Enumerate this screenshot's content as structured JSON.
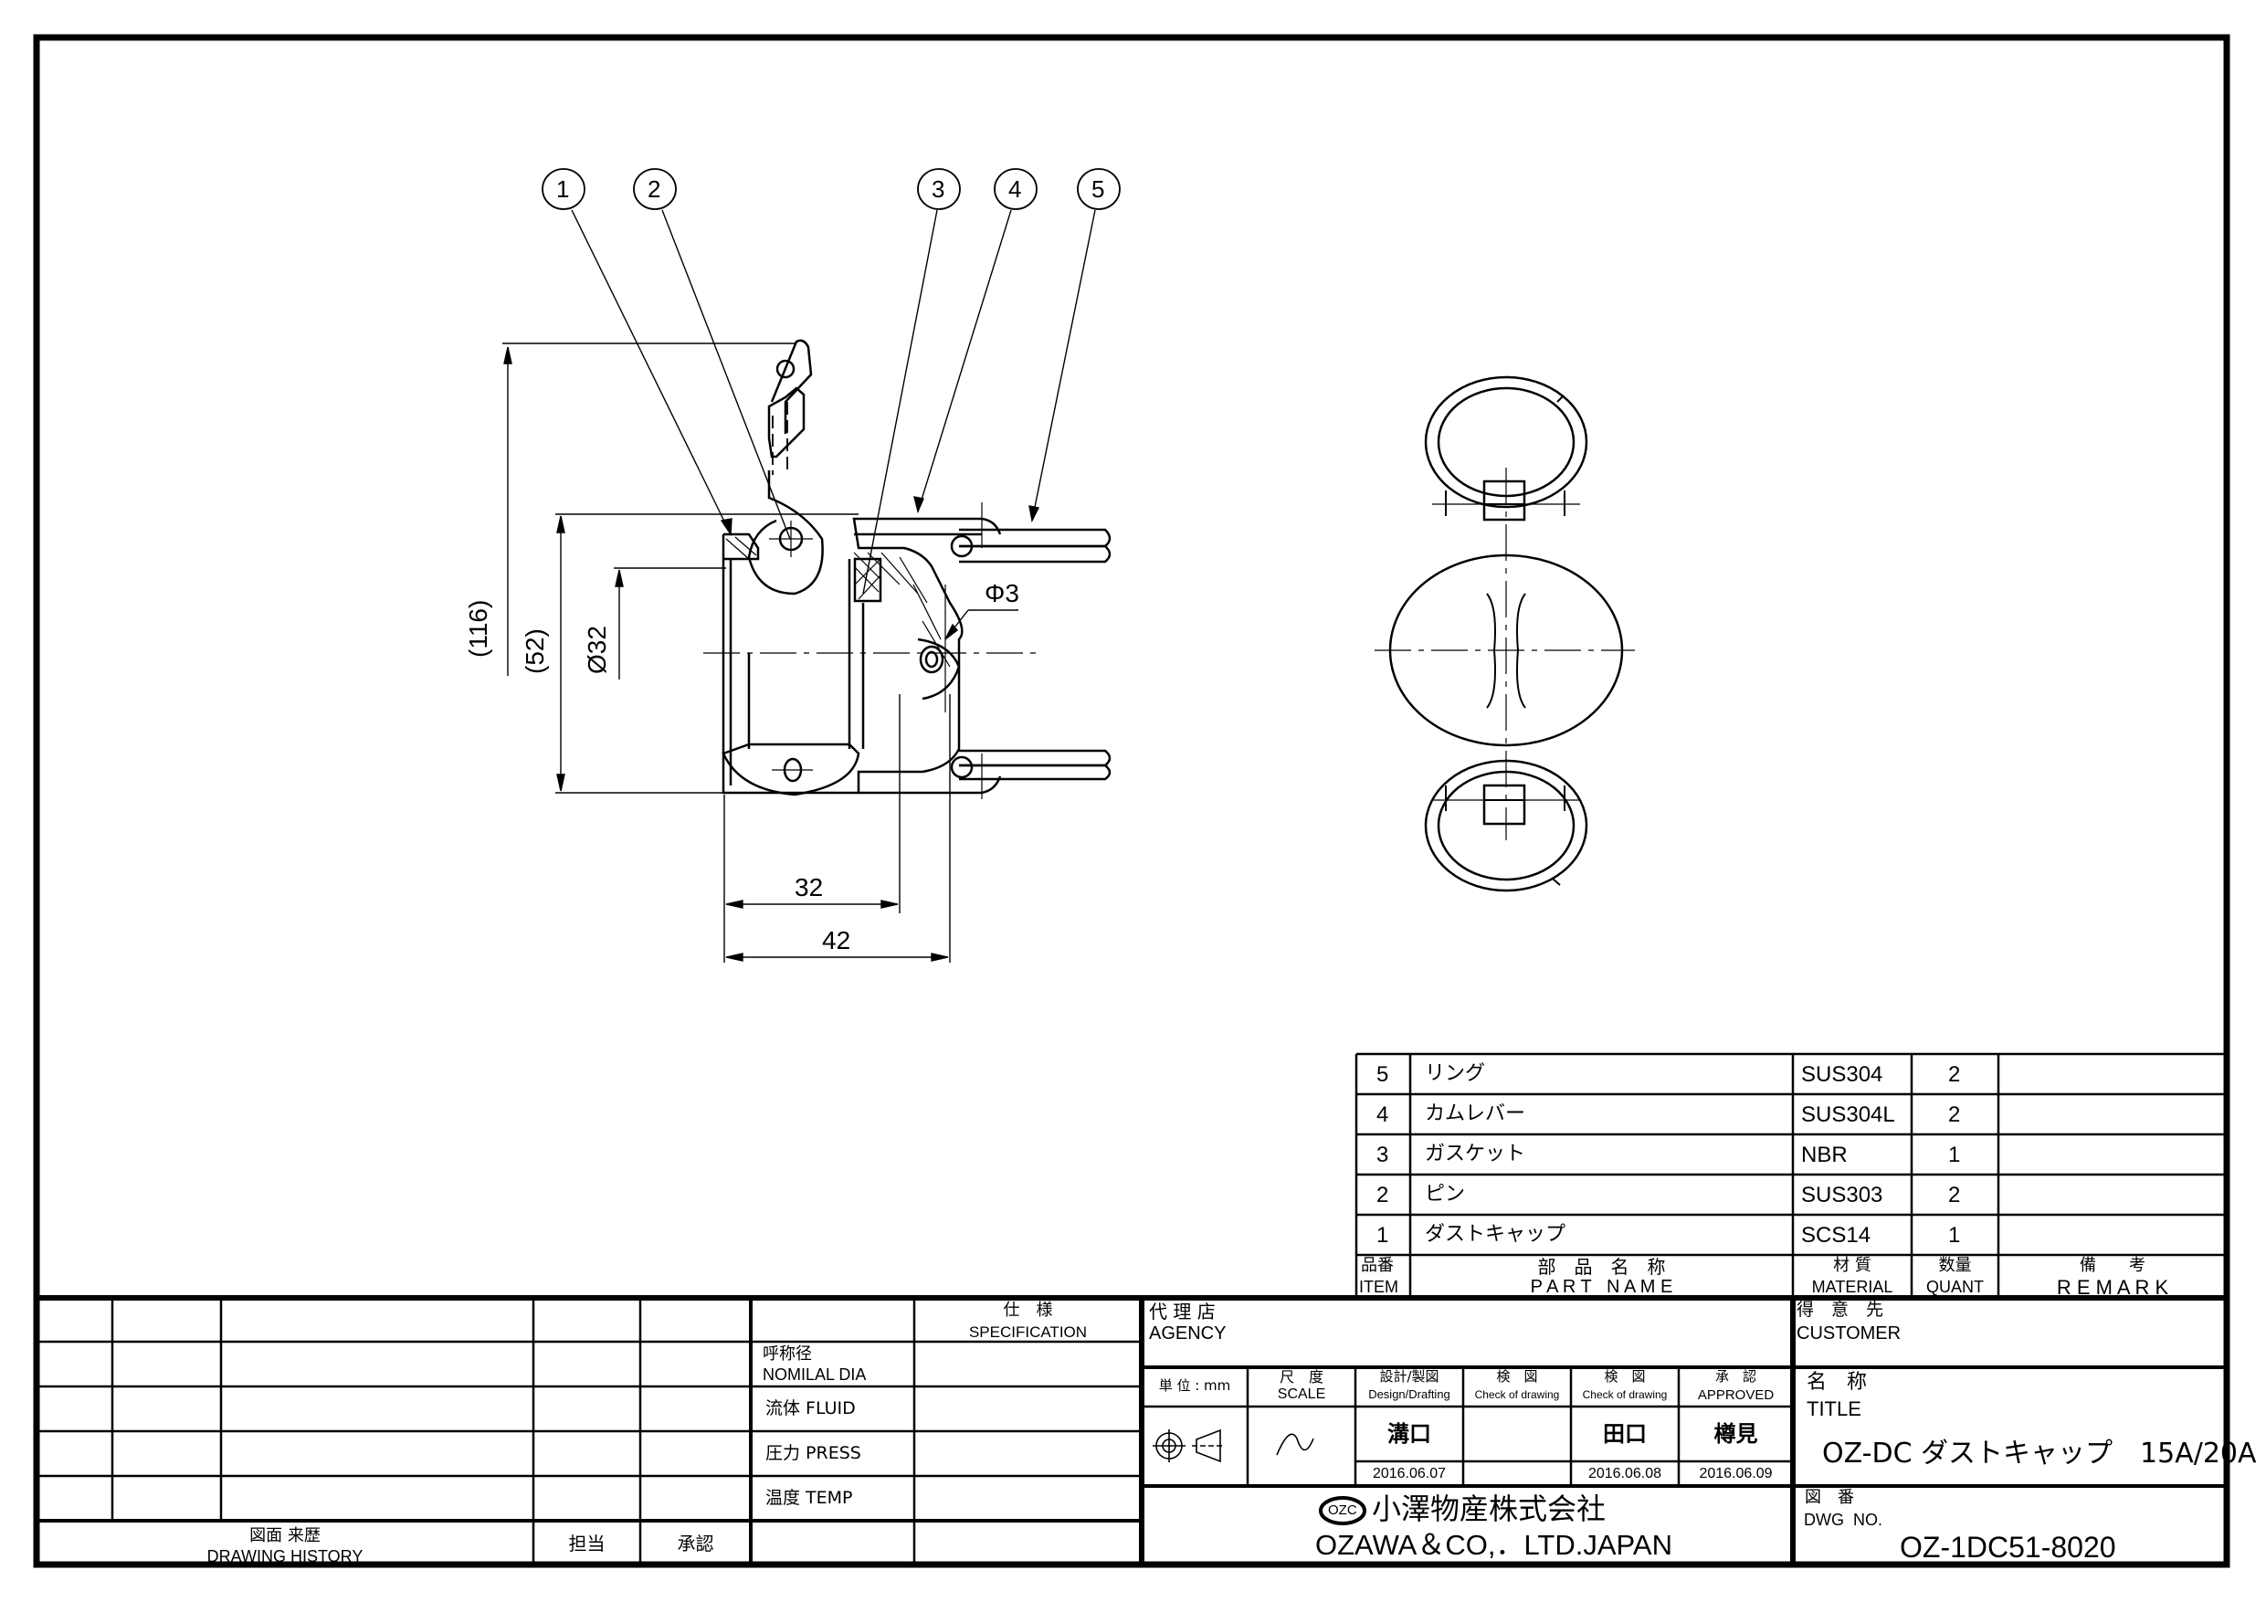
{
  "drawing": {
    "balloons": [
      "1",
      "2",
      "3",
      "4",
      "5"
    ],
    "dimensions": {
      "overall_height": "(116)",
      "body_height": "(52)",
      "bore_diameter": "Ø32",
      "pin_hole": "Φ3",
      "length_short": "32",
      "length_overall": "42"
    }
  },
  "parts_list": {
    "rows": [
      {
        "item": "5",
        "name": "リング",
        "material": "SUS304",
        "qty": "2",
        "remark": ""
      },
      {
        "item": "4",
        "name": "カムレバー",
        "material": "SUS304L",
        "qty": "2",
        "remark": ""
      },
      {
        "item": "3",
        "name": "ガスケット",
        "material": "NBR",
        "qty": "1",
        "remark": ""
      },
      {
        "item": "2",
        "name": "ピン",
        "material": "SUS303",
        "qty": "2",
        "remark": ""
      },
      {
        "item": "1",
        "name": "ダストキャップ",
        "material": "SCS14",
        "qty": "1",
        "remark": ""
      }
    ],
    "header": {
      "item_jp": "品番",
      "item_en": "ITEM",
      "name_jp": "部　品　名　称",
      "name_en": "P A R T   N A M E",
      "material_jp": "材 質",
      "material_en": "MATERIAL",
      "qty_jp": "数量",
      "qty_en": "QUANT",
      "remark_jp": "備　　考",
      "remark_en": "R E M A R K"
    }
  },
  "history": {
    "label_jp": "図面 来歴",
    "label_en": "DRAWING HISTORY",
    "charge": "担当",
    "approve": "承認"
  },
  "spec": {
    "header_jp": "仕　様",
    "header_en": "SPECIFICATION",
    "rows": [
      {
        "jp": "呼称径",
        "en": "NOMILAL DIA",
        "value": ""
      },
      {
        "label": "流体 FLUID",
        "value": ""
      },
      {
        "label": "圧力 PRESS",
        "value": ""
      },
      {
        "label": "温度 TEMP",
        "value": ""
      }
    ]
  },
  "agency": {
    "jp": "代 理 店",
    "en": "AGENCY"
  },
  "approval": {
    "unit": "単 位 : mm",
    "scale_jp": "尺　度",
    "scale_en": "SCALE",
    "design_jp": "設計/製図",
    "design_en": "Design/Drafting",
    "check1_jp": "検　図",
    "check1_en": "Check of drawing",
    "check2_jp": "検　図",
    "check2_en": "Check of drawing",
    "approved_jp": "承　認",
    "approved_en": "APPROVED",
    "designer": "溝口",
    "checker1": "",
    "checker2": "田口",
    "approver": "樽見",
    "design_date": "2016.06.07",
    "check1_date": "",
    "check2_date": "2016.06.08",
    "approve_date": "2016.06.09"
  },
  "company": {
    "logo_text": "OZC",
    "name_jp": "小澤物産株式会社",
    "name_en": "OZAWA＆CO,．LTD.JAPAN"
  },
  "customer": {
    "jp": "得　意　先",
    "en": "CUSTOMER"
  },
  "title_block": {
    "jp": "名　称",
    "en": "TITLE",
    "value": "OZ-DC ダストキャップ　15A/20A"
  },
  "dwg": {
    "jp": "図　番",
    "en": "DWG  NO.",
    "value": "OZ-1DC51-8020"
  },
  "colors": {
    "ink": "#000000",
    "paper": "#ffffff"
  }
}
